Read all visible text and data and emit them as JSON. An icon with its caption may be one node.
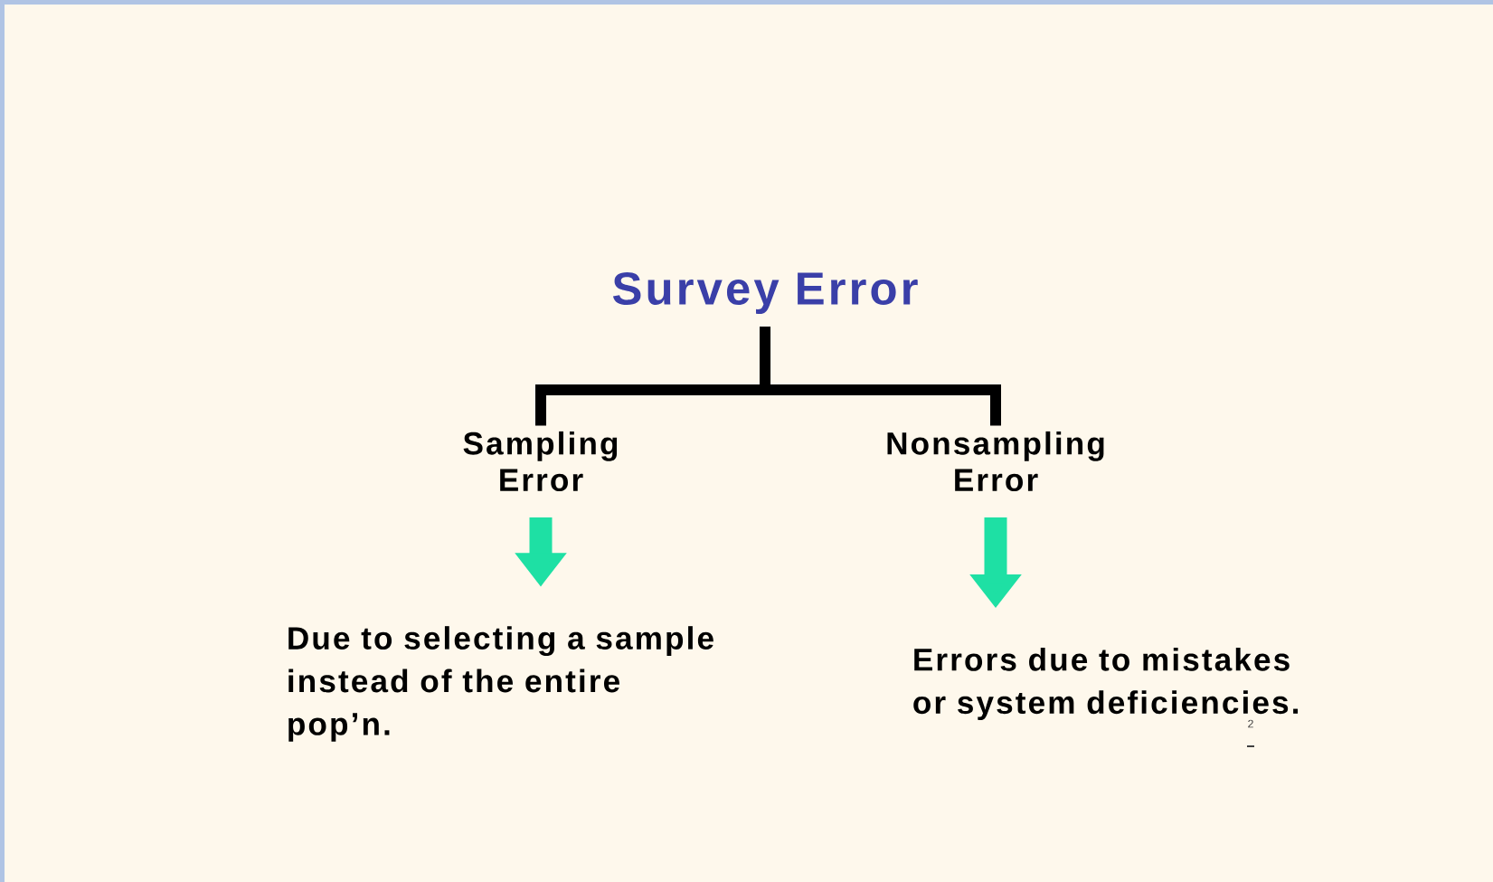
{
  "diagram": {
    "nodes": [
      {
        "text": [
          "Survey Error"
        ]
      },
      {
        "text": [
          "Sampling Error"
        ]
      },
      {
        "text": [
          "Nonsampling Error"
        ]
      },
      {
        "text": [
          "Due to selecting a sample instead of the entire pop’n."
        ]
      },
      {
        "text": [
          "Errors due to mistakes or system deficiencies."
        ]
      }
    ],
    "edges": [
      {
        "from": 0,
        "to": 1,
        "arrow": "none"
      },
      {
        "from": 0,
        "to": 2,
        "arrow": "none"
      },
      {
        "from": 1,
        "to": 3,
        "arrow": "to",
        "style": "thick",
        "color": "#1ee0a4"
      },
      {
        "from": 2,
        "to": 4,
        "arrow": "to",
        "style": "thick",
        "color": "#1ee0a4"
      }
    ],
    "labels": [
      "2"
    ]
  }
}
